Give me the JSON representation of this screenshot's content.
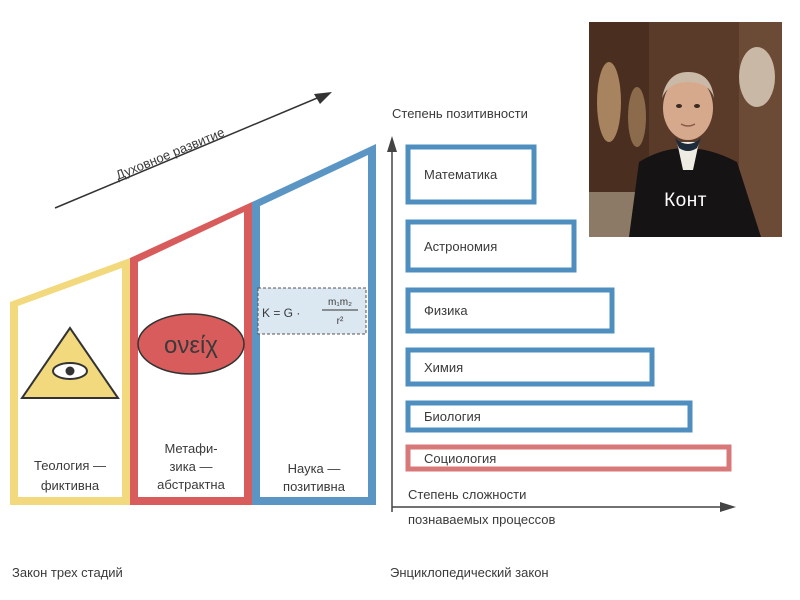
{
  "stages_diagram": {
    "axis_label": "Духовное развитие",
    "caption": "Закон трех стадий",
    "stages": [
      {
        "line1": "Теология —",
        "line2": "фиктивна"
      },
      {
        "line1": "Метафи-",
        "line2": "зика —",
        "line3": "абстрактна"
      },
      {
        "line1": "Наука —",
        "line2": "позитивна"
      }
    ],
    "metaphysics_word": "ονείχ",
    "formula": {
      "lhs": "K = G ·",
      "numerator": "m₁m₂",
      "denominator": "r²"
    }
  },
  "encyclopedic_diagram": {
    "y_axis_label": "Степень позитивности",
    "x_axis_label_line1": "Степень сложности",
    "x_axis_label_line2": "познаваемых процессов",
    "caption": "Энциклопедический закон",
    "sciences": [
      "Математика",
      "Астрономия",
      "Физика",
      "Химия",
      "Биология",
      "Социология"
    ]
  },
  "portrait": {
    "caption": "Конт"
  },
  "colors": {
    "theology": "#f2d37a",
    "metaphysics": "#d85a5a",
    "science": "#4f8fc0",
    "sociology": "#d87878"
  }
}
